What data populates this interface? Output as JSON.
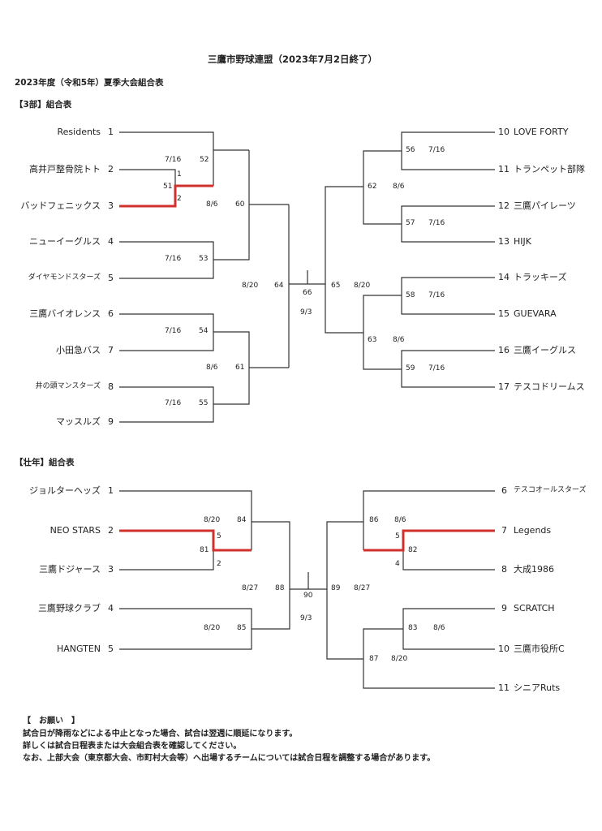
{
  "header": {
    "title": "三鷹市野球連盟（2023年7月2日終了）",
    "subtitle": "2023年度（令和5年）夏季大会組合表"
  },
  "div3": {
    "label": "【3部】組合表",
    "teams_left": [
      {
        "name": "Residents",
        "seed": "1"
      },
      {
        "name": "高井戸整骨院トト",
        "seed": "2"
      },
      {
        "name": "バッドフェニックス",
        "seed": "3"
      },
      {
        "name": "ニューイーグルス",
        "seed": "4"
      },
      {
        "name": "ダイヤモンドスターズ",
        "seed": "5"
      },
      {
        "name": "三鷹バイオレンス",
        "seed": "6"
      },
      {
        "name": "小田急バス",
        "seed": "7"
      },
      {
        "name": "井の頭マンスターズ",
        "seed": "8"
      },
      {
        "name": "マッスルズ",
        "seed": "9"
      }
    ],
    "teams_right": [
      {
        "name": "LOVE  FORTY",
        "seed": "10"
      },
      {
        "name": "トランペット部隊",
        "seed": "11"
      },
      {
        "name": "三鷹パイレーツ",
        "seed": "12"
      },
      {
        "name": "HIJK",
        "seed": "13"
      },
      {
        "name": "トラッキーズ",
        "seed": "14"
      },
      {
        "name": "GUEVARA",
        "seed": "15"
      },
      {
        "name": "三鷹イーグルス",
        "seed": "16"
      },
      {
        "name": "テスコドリームス",
        "seed": "17"
      }
    ],
    "labels": {
      "m51": "51",
      "m51_date": "7/16",
      "m52": "52",
      "m52_date": "8/6",
      "m52_s1": "1",
      "m52_s2": "2",
      "m53": "53",
      "m53_date": "7/16",
      "m54": "54",
      "m54_date": "7/16",
      "m55": "55",
      "m55_date": "7/16",
      "m60": "60",
      "m61": "61",
      "m61_date": "8/6",
      "m64": "64",
      "m64_date": "8/20",
      "m56": "56",
      "m56_date": "7/16",
      "m57": "57",
      "m57_date": "7/16",
      "m58": "58",
      "m58_date": "7/16",
      "m59": "59",
      "m59_date": "7/16",
      "m62": "62",
      "m62_date": "8/6",
      "m63": "63",
      "m63_date": "8/6",
      "m65": "65",
      "m65_date": "8/20",
      "final": "66",
      "final_date": "9/3"
    }
  },
  "senior": {
    "label": "【壮年】組合表",
    "teams_left": [
      {
        "name": "ジョルターヘッズ",
        "seed": "1"
      },
      {
        "name": "NEO  STARS",
        "seed": "2"
      },
      {
        "name": "三鷹ドジャース",
        "seed": "3"
      },
      {
        "name": "三鷹野球クラブ",
        "seed": "4"
      },
      {
        "name": "HANGTEN",
        "seed": "5"
      }
    ],
    "teams_right": [
      {
        "name": "テスコオールスターズ",
        "seed": "6"
      },
      {
        "name": "Legends",
        "seed": "7"
      },
      {
        "name": "大成1986",
        "seed": "8"
      },
      {
        "name": "SCRATCH",
        "seed": "9"
      },
      {
        "name": "三鷹市役所C",
        "seed": "10"
      },
      {
        "name": "シニアRuts",
        "seed": "11"
      }
    ],
    "labels": {
      "m81": "81",
      "m81_s5": "5",
      "m81_s2": "2",
      "m84": "84",
      "m84_date": "8/20",
      "m85": "85",
      "m85_date": "8/20",
      "m88": "88",
      "m88_date": "8/27",
      "m82": "82",
      "m82_s5": "5",
      "m82_s4": "4",
      "m86": "86",
      "m86_date": "8/6",
      "m83": "83",
      "m83_date": "8/6",
      "m87": "87",
      "m87_date": "8/20",
      "m89": "89",
      "m89_date": "8/27",
      "final": "90",
      "final_date": "9/3"
    }
  },
  "notes": {
    "heading": "【　お願い　】",
    "line1": "試合日が降雨などによる中止となった場合、試合は翌週に順延になります。",
    "line2": "詳しくは試合日程表または大会組合表を確認してください。",
    "line3": "なお、上部大会（東京都大会、市町村大会等）へ出場するチームについては試合日程を調整する場合があります。"
  },
  "colors": {
    "line": "#333333",
    "winner": "#d0312d"
  }
}
